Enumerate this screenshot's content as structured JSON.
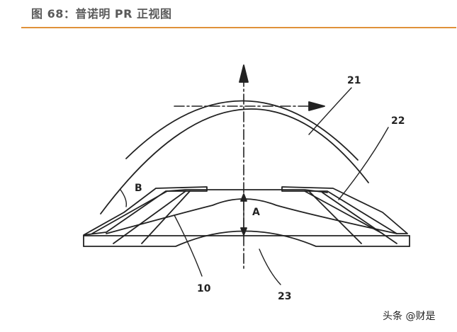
{
  "caption": "图 68：普诺明 PR 正视图",
  "diagram": {
    "labels": {
      "l21": "21",
      "l22": "22",
      "l10": "10",
      "l23": "23",
      "lA": "A",
      "lB": "B"
    }
  },
  "watermark": "头条 @财是",
  "colors": {
    "accent": "#e0913a",
    "caption_text": "#5a5a5a",
    "line": "#222222"
  }
}
